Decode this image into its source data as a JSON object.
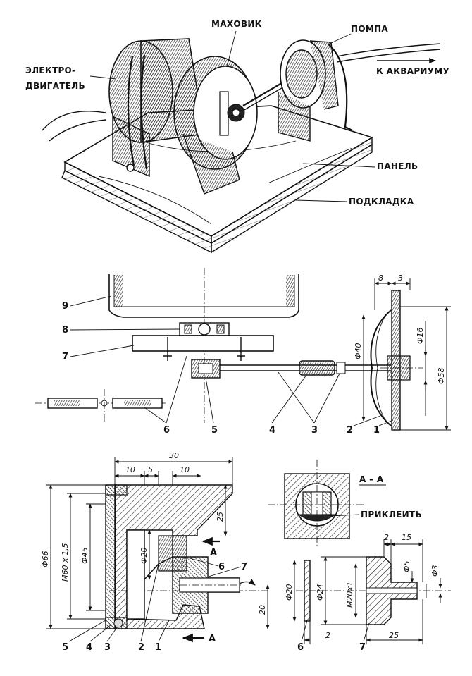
{
  "illustration": {
    "labels": {
      "motor": "ЭЛЕКТРО-\nДВИГАТЕЛЬ",
      "flywheel": "МАХОВИК",
      "pump": "ПОМПА",
      "to_aquarium": "К АКВАРИУМУ",
      "panel": "ПАНЕЛЬ",
      "pad": "ПОДКЛАДКА"
    }
  },
  "assembly": {
    "callouts": [
      "9",
      "8",
      "7",
      "6",
      "5",
      "4",
      "3",
      "2",
      "1"
    ],
    "dims": {
      "d40": "Ф40",
      "d16": "Ф16",
      "d58": "Ф58",
      "w8": "8",
      "w3": "3"
    }
  },
  "section": {
    "callouts": [
      "5",
      "4",
      "3",
      "2",
      "1",
      "6",
      "7"
    ],
    "dims": {
      "total": "30",
      "a": "10",
      "b": "5",
      "c": "10",
      "h25": "25",
      "h20": "20",
      "d66": "Ф66",
      "thread": "М60 х 1,5",
      "d45": "Ф45",
      "d20": "Ф20"
    },
    "cut_mark": "А"
  },
  "view_aa": {
    "title": "А – А",
    "note": "ПРИКЛЕИТЬ"
  },
  "detail": {
    "callouts": [
      "6",
      "7"
    ],
    "dims": {
      "d20": "Ф20",
      "d24": "Ф24",
      "thread": "М20х1",
      "d5": "Ф5",
      "d3": "Ф3",
      "w2a": "2",
      "w15": "15",
      "w2b": "2",
      "w25": "25"
    }
  }
}
